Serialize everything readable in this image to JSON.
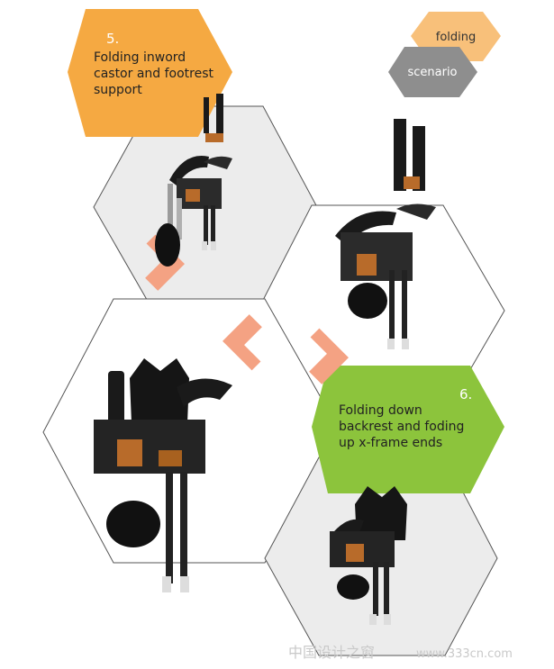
{
  "tag": {
    "word1": "folding",
    "word2": "scenario"
  },
  "step5": {
    "number": "5.",
    "lines": [
      "Folding inword",
      "castor and footrest",
      "support"
    ]
  },
  "step6": {
    "number": "6.",
    "lines": [
      "Folding down",
      "backrest and foding",
      "up x-frame ends"
    ]
  },
  "watermark": {
    "cn": "中国设计之窗",
    "url": "www.333cn.com"
  },
  "colors": {
    "orange": "#f5a942",
    "peach": "#f8c07a",
    "grey": "#8e8e8e",
    "green": "#8cc43c",
    "arrow": "#f4a283",
    "hexFill": "#ececec",
    "hexStroke": "#555555"
  }
}
